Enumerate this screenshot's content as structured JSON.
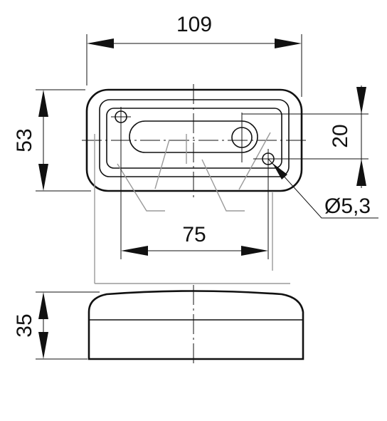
{
  "dimensions": {
    "overall_width": "109",
    "overall_height": "53",
    "hole_spacing_horizontal": "75",
    "hole_spacing_vertical": "20",
    "hole_diameter": "Ø5,3",
    "body_depth": "35"
  },
  "colors": {
    "line": "#111111",
    "hidden_line": "#9a9a9a",
    "background": "#ffffff"
  }
}
